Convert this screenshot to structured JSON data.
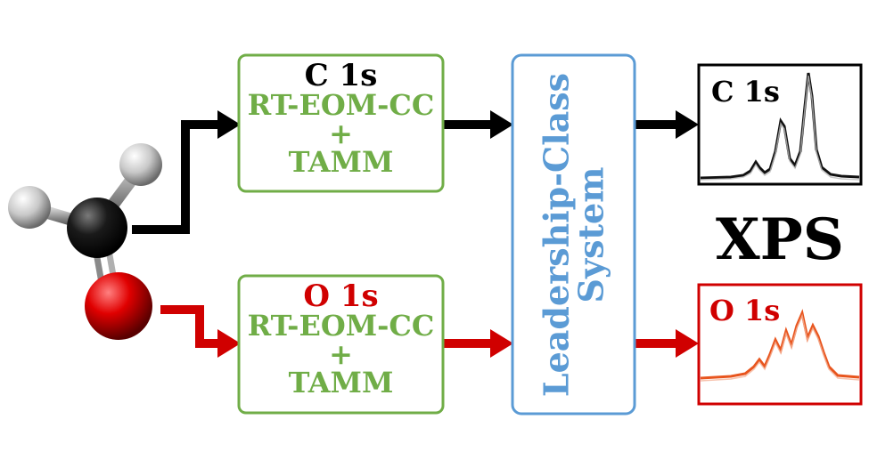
{
  "colors": {
    "green": "#70ad47",
    "blue": "#5b9bd5",
    "red": "#d00000",
    "carbon_red_spectrum": "#e8551e",
    "black": "#000000"
  },
  "carbon_branch": {
    "title": "C 1s",
    "method": "RT-EOM-CC",
    "plus": "+",
    "framework": "TAMM"
  },
  "oxygen_branch": {
    "title": "O 1s",
    "method": "RT-EOM-CC",
    "plus": "+",
    "framework": "TAMM"
  },
  "system": {
    "line1": "Leadership-Class",
    "line2": "System"
  },
  "output": {
    "label": "XPS",
    "c_spectrum_title": "C 1s",
    "o_spectrum_title": "O 1s"
  },
  "molecule": {
    "atoms": [
      "H",
      "H",
      "C",
      "O"
    ]
  }
}
